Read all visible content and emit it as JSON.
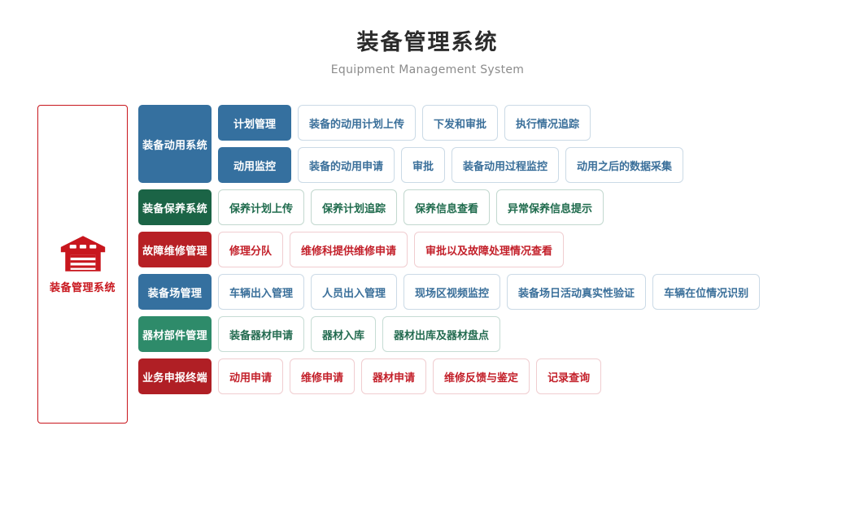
{
  "header": {
    "title": "装备管理系统",
    "subtitle": "Equipment Management System"
  },
  "root": {
    "label": "装备管理系统",
    "icon": "warehouse-icon",
    "color": "#c8161d"
  },
  "colors": {
    "blue": "#35709f",
    "green_dark": "#1b6446",
    "green": "#2e8b6a",
    "red_dark": "#b72025",
    "red": "#b01f25",
    "leaf_border_blue": "#cbdae6",
    "leaf_border_green": "#c2d8cf",
    "leaf_border_red": "#f0cdd0"
  },
  "rows": [
    {
      "category": "装备动用系统",
      "theme": "blue",
      "subrows": [
        {
          "sub": "计划管理",
          "leaves": [
            "装备的动用计划上传",
            "下发和审批",
            "执行情况追踪"
          ]
        },
        {
          "sub": "动用监控",
          "leaves": [
            "装备的动用申请",
            "审批",
            "装备动用过程监控",
            "动用之后的数据采集"
          ]
        }
      ]
    },
    {
      "category": "装备保养系统",
      "theme": "green",
      "subrows": [
        {
          "sub": null,
          "leaves": [
            "保养计划上传",
            "保养计划追踪",
            "保养信息查看",
            "异常保养信息提示"
          ]
        }
      ]
    },
    {
      "category": "故障维修管理",
      "theme": "red",
      "subrows": [
        {
          "sub": null,
          "leaves": [
            "修理分队",
            "维修科提供维修申请",
            "审批以及故障处理情况查看"
          ]
        }
      ]
    },
    {
      "category": "装备场管理",
      "theme": "blue",
      "subrows": [
        {
          "sub": null,
          "leaves": [
            "车辆出入管理",
            "人员出入管理",
            "现场区视频监控",
            "装备场日活动真实性验证",
            "车辆在位情况识别"
          ]
        }
      ]
    },
    {
      "category": "器材部件管理",
      "theme": "green2",
      "subrows": [
        {
          "sub": null,
          "leaves": [
            "装备器材申请",
            "器材入库",
            "器材出库及器材盘点"
          ]
        }
      ]
    },
    {
      "category": "业务申报终端",
      "theme": "red2",
      "subrows": [
        {
          "sub": null,
          "leaves": [
            "动用申请",
            "维修申请",
            "器材申请",
            "维修反馈与鉴定",
            "记录查询"
          ]
        }
      ]
    }
  ]
}
